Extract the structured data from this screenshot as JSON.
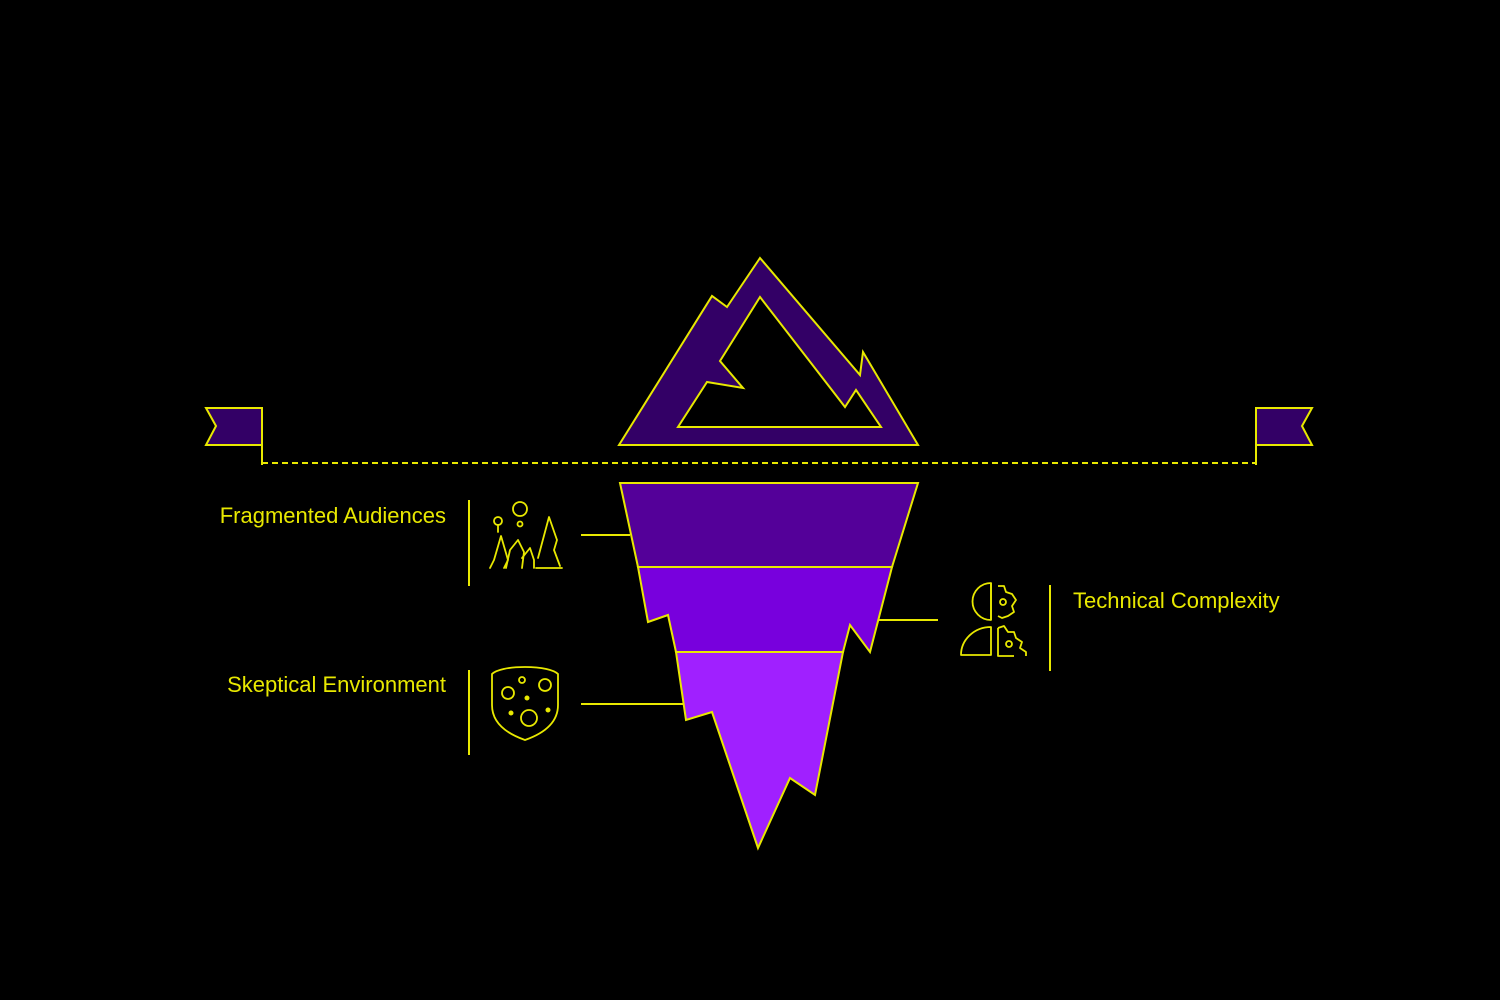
{
  "colors": {
    "background": "#000000",
    "outline": "#E8E800",
    "tip": "#330066",
    "layer_top": "#540099",
    "layer_middle": "#7800DD",
    "layer_bottom": "#A020FF",
    "flag": "#330066"
  },
  "labels": {
    "fragmented_audiences": "Fragmented Audiences",
    "skeptical_environment": "Skeptical Environment",
    "technical_complexity": "Technical Complexity"
  },
  "icons": {
    "fragmented_audiences": "people-balloons-icon",
    "skeptical_environment": "shield-dots-icon",
    "technical_complexity": "head-gears-icon"
  }
}
